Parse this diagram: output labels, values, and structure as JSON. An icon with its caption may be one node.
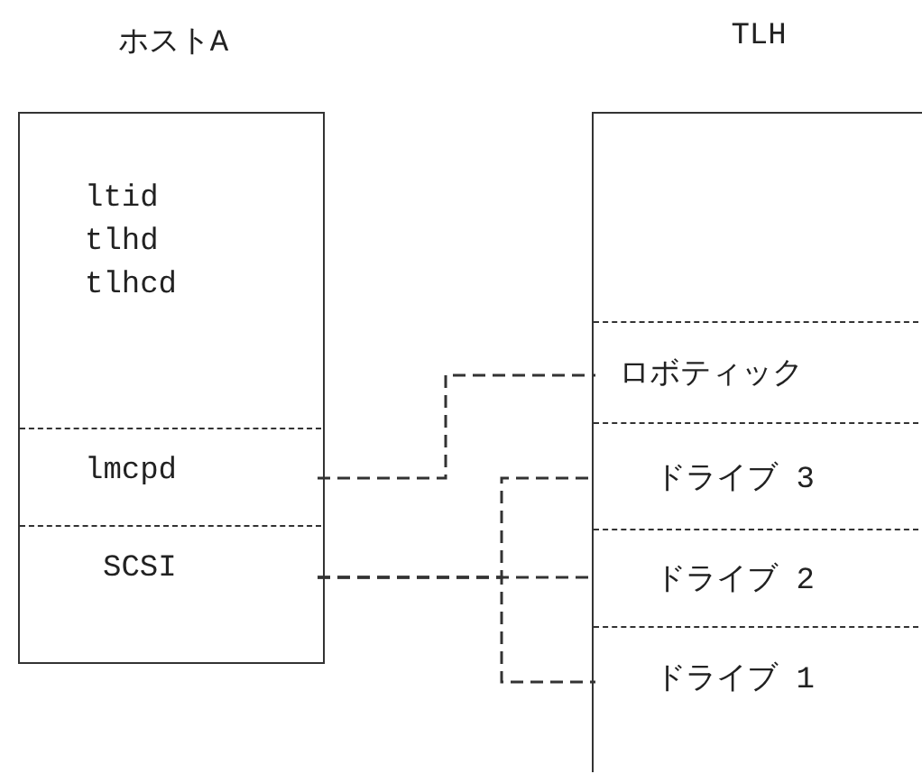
{
  "diagram": {
    "nodes": [
      {
        "text": [
          "ホストA"
        ]
      },
      {
        "text": [
          "ltid tlhd tlhcd"
        ],
        "in": 0
      },
      {
        "text": [
          "lmcpd"
        ],
        "in": 0
      },
      {
        "text": [
          "SCSI"
        ],
        "in": 0
      },
      {
        "text": [
          "TLH"
        ]
      },
      {
        "text": [
          "ロボティック"
        ],
        "in": 4
      },
      {
        "text": [
          "ドライブ 3"
        ],
        "in": 4
      },
      {
        "text": [
          "ドライブ 2"
        ],
        "in": 4
      },
      {
        "text": [
          "ドライブ 1"
        ],
        "in": 4
      }
    ],
    "edges": [
      {
        "from": 2,
        "to": 5,
        "arrow": "none",
        "style": "dashed"
      },
      {
        "from": 3,
        "to": 6,
        "arrow": "none",
        "style": "dashed"
      },
      {
        "from": 3,
        "to": 7,
        "arrow": "none",
        "style": "dashed"
      },
      {
        "from": 3,
        "to": 8,
        "arrow": "none",
        "style": "dashed"
      }
    ]
  }
}
